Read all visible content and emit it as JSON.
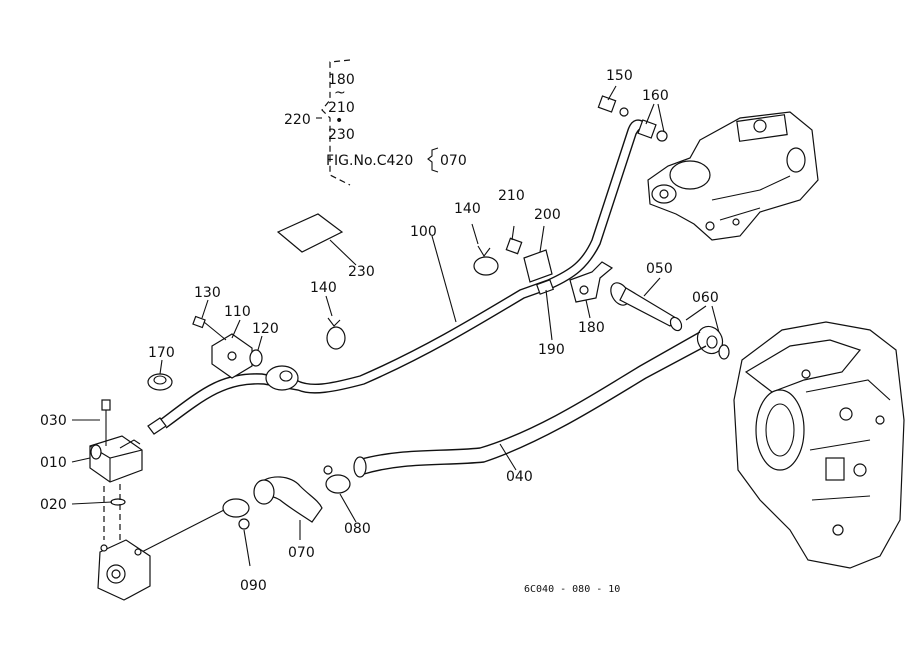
{
  "legend": {
    "ref_220": "220",
    "ref_180": "180",
    "tilde": "~",
    "ref_210": "210",
    "dot": "•",
    "ref_230": "230",
    "fig_ref": "FIG.No.C420",
    "ref_070": "070"
  },
  "callouts": {
    "c150": "150",
    "c160": "160",
    "c140a": "140",
    "c210": "210",
    "c200": "200",
    "c100": "100",
    "c230": "230",
    "c050": "050",
    "c060": "060",
    "c140b": "140",
    "c130": "130",
    "c110": "110",
    "c120": "120",
    "c190": "190",
    "c180": "180",
    "c170": "170",
    "c030": "030",
    "c010": "010",
    "c040": "040",
    "c020": "020",
    "c080": "080",
    "c070": "070",
    "c090": "090"
  },
  "drawing_code": "6C040 - 080 - 10"
}
